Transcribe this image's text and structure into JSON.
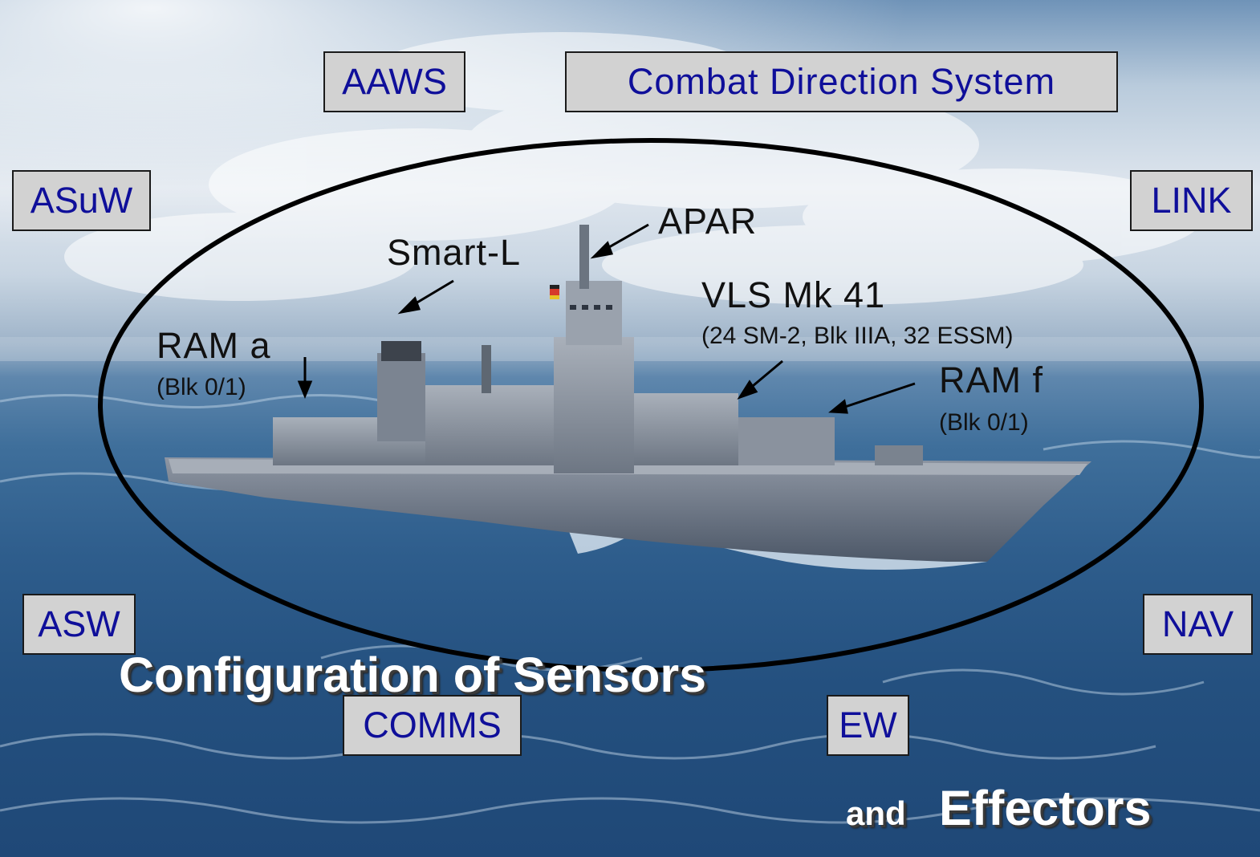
{
  "systems": {
    "aaws": "AAWS",
    "cds": "Combat Direction System",
    "asuw": "ASuW",
    "link": "LINK",
    "asw": "ASW",
    "nav": "NAV",
    "comms": "COMMS",
    "ew": "EW"
  },
  "callouts": {
    "apar": "APAR",
    "smart_l": "Smart-L",
    "vls": "VLS Mk 41",
    "vls_detail": "(24 SM-2, Blk IIIA, 32 ESSM)",
    "ram_a": "RAM a",
    "ram_a_detail": "(Blk 0/1)",
    "ram_f": "RAM f",
    "ram_f_detail": "(Blk 0/1)"
  },
  "title": {
    "line1": "Configuration of Sensors",
    "and": "and",
    "effectors": "Effectors"
  },
  "colors": {
    "box_fill": "#d2d2d2",
    "box_text": "#0f0f9a",
    "callout_text": "#111111",
    "title_text": "#ffffff"
  }
}
